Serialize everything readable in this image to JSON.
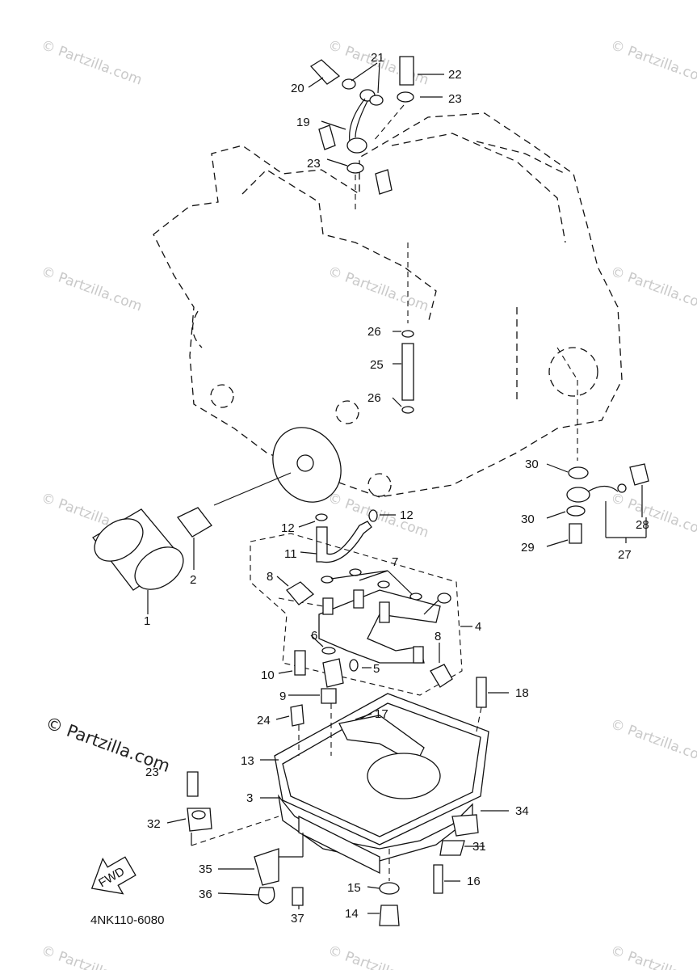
{
  "watermark": "© Partzilla.com",
  "diagram_code": "4NK110-6080",
  "fwd_label": "FWD",
  "callouts": {
    "c1": "1",
    "c2": "2",
    "c3": "3",
    "c4": "4",
    "c5": "5",
    "c6": "6",
    "c7": "7",
    "c8a": "8",
    "c8b": "8",
    "c9": "9",
    "c10": "10",
    "c11": "11",
    "c12a": "12",
    "c12b": "12",
    "c13": "13",
    "c14": "14",
    "c15": "15",
    "c16": "16",
    "c17": "17",
    "c18": "18",
    "c19": "19",
    "c20": "20",
    "c21": "21",
    "c22": "22",
    "c23a": "23",
    "c23b": "23",
    "c23c": "23",
    "c24": "24",
    "c25": "25",
    "c26a": "26",
    "c26b": "26",
    "c27": "27",
    "c28": "28",
    "c29": "29",
    "c30a": "30",
    "c30b": "30",
    "c31": "31",
    "c32": "32",
    "c34": "34",
    "c35": "35",
    "c36": "36",
    "c37": "37"
  }
}
